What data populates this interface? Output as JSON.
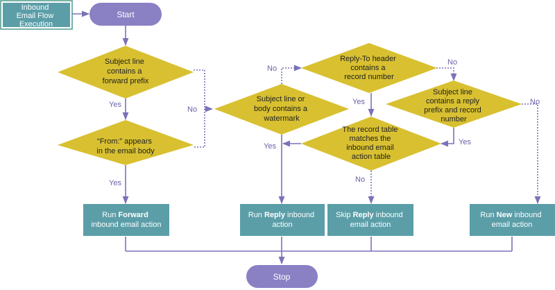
{
  "title_box": {
    "lines": [
      "Inbound",
      "Email Flow",
      "Execution"
    ]
  },
  "nodes": {
    "start": {
      "label": "Start"
    },
    "stop": {
      "label": "Stop"
    },
    "d_forward_prefix": {
      "lines": [
        "Subject line",
        "contains a",
        "forward prefix"
      ]
    },
    "d_from_body": {
      "lines": [
        "“From:” appears",
        "in the email body"
      ]
    },
    "d_watermark": {
      "lines": [
        "Subject line or",
        "body contains a",
        "watermark"
      ]
    },
    "d_replyto": {
      "lines": [
        "Reply-To header",
        "contains a",
        "record number"
      ]
    },
    "d_reply_prefix": {
      "lines": [
        "Subject line",
        "contains a reply",
        "prefix and record",
        "number"
      ]
    },
    "d_record_table": {
      "lines": [
        "The record table",
        "matches the",
        "inbound email",
        "action table"
      ]
    },
    "a_forward": {
      "line1_pre": "Run ",
      "line1_bold": "Forward",
      "line1_post": "",
      "line2": "inbound email action"
    },
    "a_reply": {
      "line1_pre": "Run ",
      "line1_bold": "Reply",
      "line1_post": " inbound",
      "line2": "action"
    },
    "a_skip_reply": {
      "line1_pre": "Skip ",
      "line1_bold": "Reply",
      "line1_post": " inbound",
      "line2": "email action"
    },
    "a_new": {
      "line1_pre": "Run ",
      "line1_bold": "New",
      "line1_post": " inbound",
      "line2": "email action"
    }
  },
  "edge_labels": {
    "yes_forward_to_from": "Yes",
    "yes_from_to_action": "Yes",
    "no_from_to_watermark": "No",
    "no_watermark_to_replyto": "No",
    "no_replyto_to_replyprefix": "No",
    "yes_replyto_to_table": "Yes",
    "yes_watermark_to_reply": "Yes",
    "yes_replyprefix_to_table": "Yes",
    "no_table_to_skip": "No",
    "no_replyprefix_to_new": "No"
  },
  "colors": {
    "diamond_fill": "#d8c030",
    "action_fill": "#5b9ea8",
    "terminal_fill": "#8a80c4",
    "title_border": "#4a9a8a",
    "line": "#7a72b8",
    "label": "#6a62a8",
    "white_text": "#ffffff",
    "dark_text": "#222222"
  }
}
